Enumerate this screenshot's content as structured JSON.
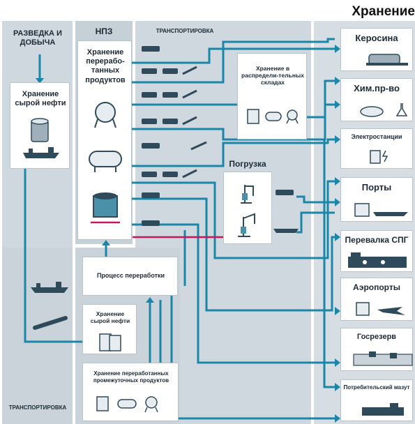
{
  "header": {
    "title": "Хранение"
  },
  "columns": {
    "exploration": "РАЗВЕДКА И ДОБЫЧА",
    "refinery": "НПЗ",
    "transport_top": "ТРАНСПОРТИРОВКА",
    "transport_bottom": "ТРАНСПОРТИРОВКА"
  },
  "boxes": {
    "crude_storage_left": "Хранение сырой нефти",
    "refined_storage": "Хранение перерабо-танных продуктов",
    "distribution_storage": "Хранение в распредели-тельных складах",
    "loading": "Погрузка",
    "processing": "Процесс переработки",
    "crude_storage_bottom": "Хранение сырой нефти",
    "intermediate_storage": "Хранение переработанных промежуточных продуктов"
  },
  "destinations": [
    {
      "label": "Керосина",
      "icon": "tank-truck-icon"
    },
    {
      "label": "Хим.пр-во",
      "icon": "chemical-plant-icon"
    },
    {
      "label": "Электростанции",
      "icon": "power-plant-icon"
    },
    {
      "label": "Порты",
      "icon": "port-icon"
    },
    {
      "label": "Перевалка СПГ",
      "icon": "lng-terminal-icon"
    },
    {
      "label": "Аэропорты",
      "icon": "airport-icon"
    },
    {
      "label": "Госрезерв",
      "icon": "reserve-icon"
    },
    {
      "label": "Потребительский мазут",
      "icon": "consumer-fuel-icon"
    }
  ],
  "colors": {
    "column_bg": "#cfd8de",
    "flow_line": "#1b86a8",
    "accent_magenta": "#c2185b",
    "dark_icon": "#2f4a5a",
    "text": "#1b2a36"
  }
}
